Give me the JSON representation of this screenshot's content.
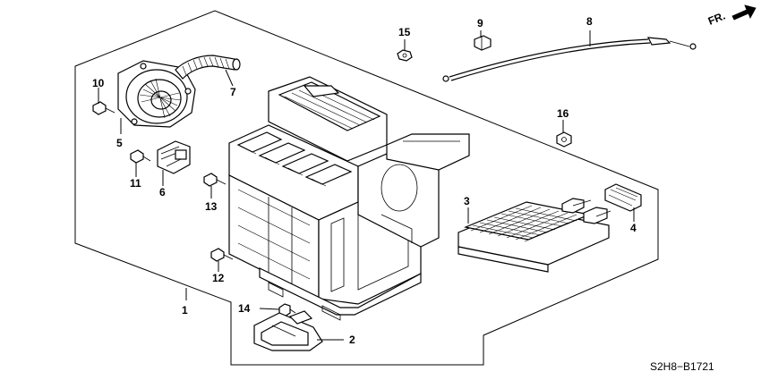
{
  "figure_code": "S2H8−B1721",
  "direction_label": "FR.",
  "callouts": [
    "1",
    "2",
    "3",
    "4",
    "5",
    "6",
    "7",
    "8",
    "9",
    "10",
    "11",
    "12",
    "13",
    "14",
    "15",
    "16"
  ],
  "parts": {
    "heater_unit": "1",
    "lower_cover": "2",
    "heater_core": "3",
    "core_seal": "4",
    "blower_motor": "5",
    "resistor": "6",
    "drain_hose": "7",
    "control_cable": "8",
    "cable_clip": "9",
    "screw_10": "10",
    "screw_11": "11",
    "screw_12": "12",
    "screw_13": "13",
    "screw_14": "14",
    "nut_15": "15",
    "nut_16": "16"
  }
}
